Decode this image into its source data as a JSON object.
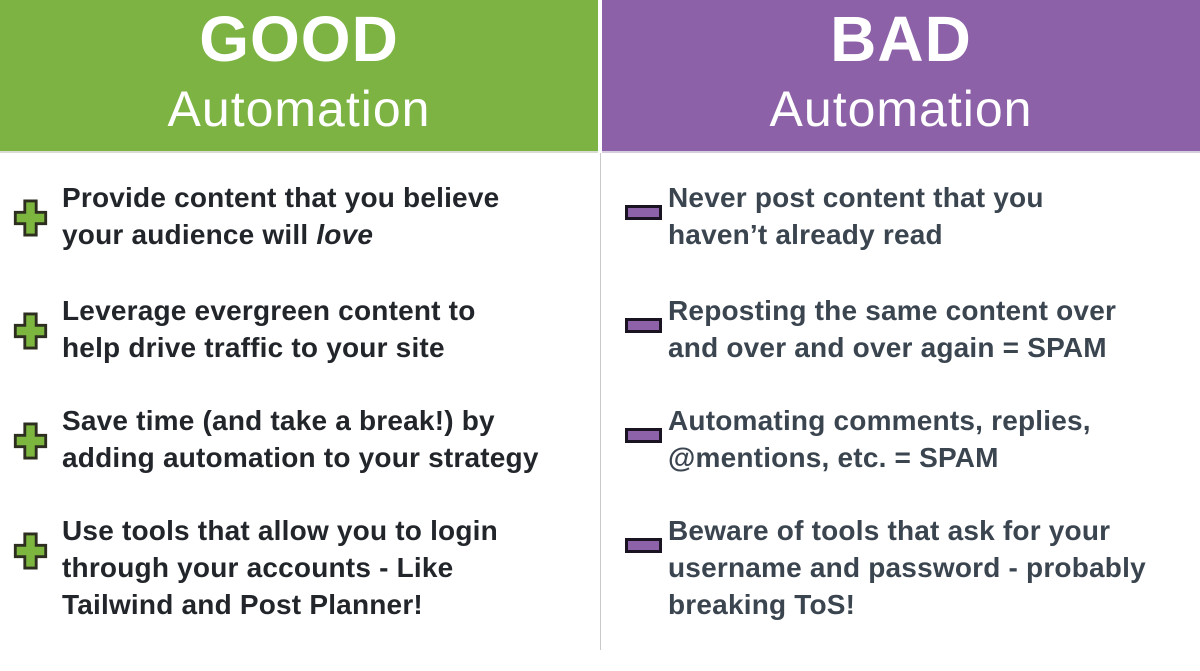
{
  "columns": {
    "good": {
      "title": "GOOD",
      "subtitle": "Automation",
      "items": [
        {
          "line1": "Provide content that you believe",
          "line2_pre": "your audience will ",
          "line2_italic": "love"
        },
        {
          "line1": "Leverage evergreen content to",
          "line2": "help drive traffic to your site"
        },
        {
          "line1": "Save time (and take a break!) by",
          "line2": "adding automation to your strategy"
        },
        {
          "line1": "Use tools that allow you to login",
          "line2": "through your accounts - Like",
          "line3": "Tailwind and Post Planner!"
        }
      ]
    },
    "bad": {
      "title": "BAD",
      "subtitle": "Automation",
      "items": [
        {
          "line1": "Never post content that you",
          "line2": "haven’t already read"
        },
        {
          "line1": "Reposting the same content over",
          "line2": "and over and over again = SPAM"
        },
        {
          "line1": "Automating comments, replies,",
          "line2": "@mentions, etc. = SPAM"
        },
        {
          "line1": "Beware of tools that ask for your",
          "line2": "username and password - probably",
          "line3": "breaking ToS!"
        }
      ]
    }
  },
  "colors": {
    "good_header_bg": "#7CB342",
    "bad_header_bg": "#8C61A8",
    "header_text": "#FFFFFF",
    "plus_fill": "#7CB63E",
    "plus_outline": "#2E2E20",
    "minus_fill": "#8D62A9",
    "minus_outline": "#1A1322",
    "good_text": "#22262B",
    "bad_text": "#3B4550",
    "divider": "#C9C9C9",
    "background": "#FFFFFF"
  }
}
